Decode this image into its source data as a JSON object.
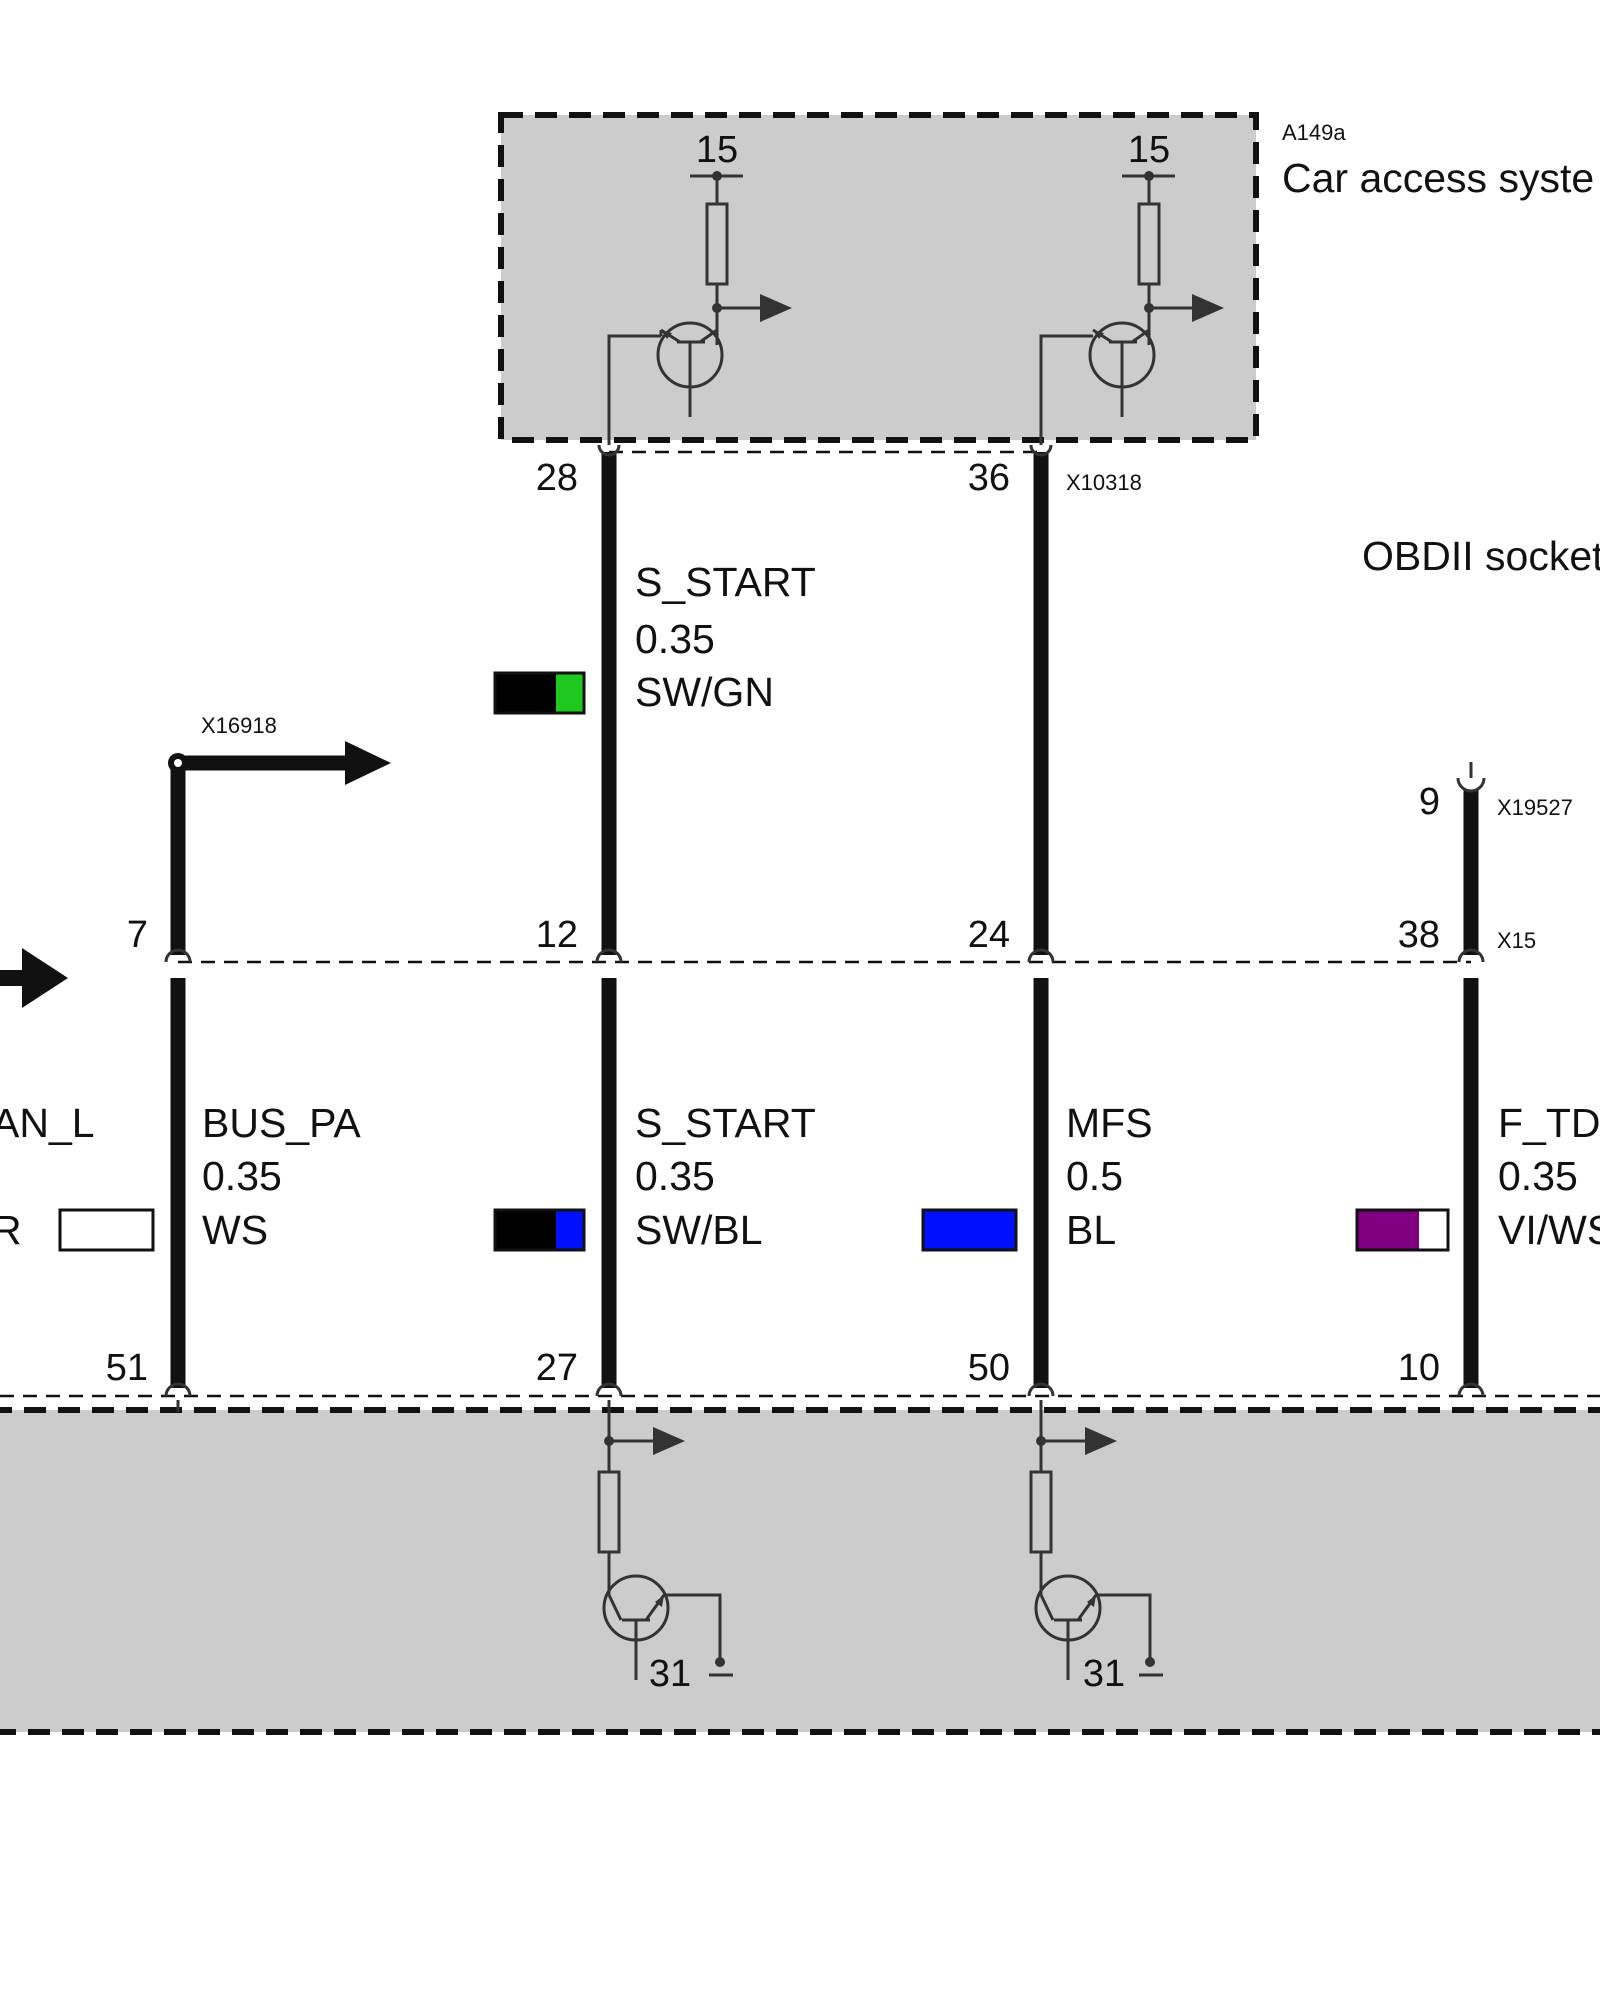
{
  "colors": {
    "module_fill": "#cccccc",
    "black": "#000000",
    "green": "#1ec81e",
    "blue": "#0010ff",
    "violet": "#800080",
    "white": "#ffffff"
  },
  "top_module": {
    "id": "A149a",
    "name": "Car access syste",
    "supply_left": "15",
    "supply_right": "15"
  },
  "connectors": {
    "top": "X10318",
    "branch": "X16918",
    "obd": "X19527",
    "mid": "X15"
  },
  "obd_label": "OBDII socket",
  "pins": {
    "p28": "28",
    "p36": "36",
    "p9": "9",
    "p7": "7",
    "p12": "12",
    "p24": "24",
    "p38": "38",
    "p51": "51",
    "p27": "27",
    "p50": "50",
    "p10": "10"
  },
  "wires": {
    "upper_start": {
      "name": "S_START",
      "size": "0.35",
      "color": "SW/GN"
    },
    "can_l": {
      "name": "AN_L",
      "color": "R"
    },
    "bus_pa": {
      "name": "BUS_PA",
      "size": "0.35",
      "color": "WS"
    },
    "lower_start": {
      "name": "S_START",
      "size": "0.35",
      "color": "SW/BL"
    },
    "mfs": {
      "name": "MFS",
      "size": "0.5",
      "color": "BL"
    },
    "f_td": {
      "name": "F_TD",
      "size": "0.35",
      "color": "VI/WS"
    }
  },
  "bottom_module": {
    "ground_left": "31",
    "ground_right": "31"
  }
}
